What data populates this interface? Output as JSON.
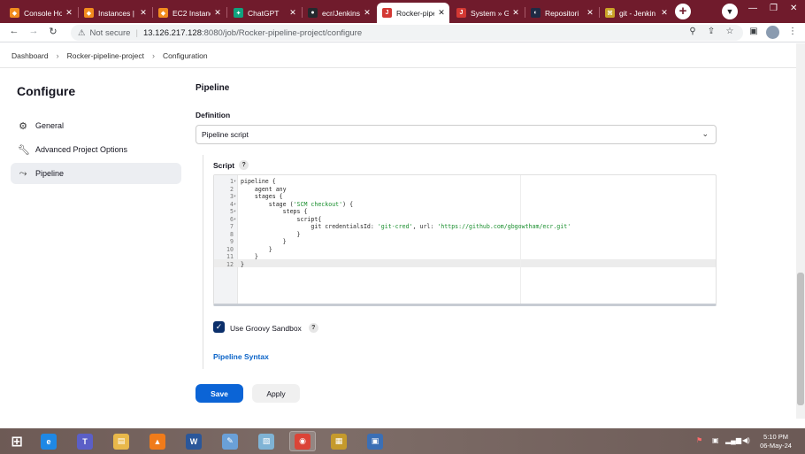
{
  "browser": {
    "tabs": [
      {
        "title": "Console Ho",
        "color": "#f28c1e",
        "glyph": "◆"
      },
      {
        "title": "Instances |",
        "color": "#f28c1e",
        "glyph": "◆"
      },
      {
        "title": "EC2 Instanc",
        "color": "#f28c1e",
        "glyph": "◆"
      },
      {
        "title": "ChatGPT",
        "color": "#10a37f",
        "glyph": "✦"
      },
      {
        "title": "ecr/Jenkins",
        "color": "#24292e",
        "glyph": "●"
      },
      {
        "title": "Rocker-pipe",
        "color": "#d33833",
        "glyph": "J"
      },
      {
        "title": "System » G",
        "color": "#d33833",
        "glyph": "J"
      },
      {
        "title": "Repositori",
        "color": "#1f2a44",
        "glyph": "◐"
      },
      {
        "title": "git - Jenkin",
        "color": "#c9a227",
        "glyph": "⌘"
      }
    ],
    "active_tab_index": 5,
    "security_label": "Not secure",
    "url_host": "13.126.217.128",
    "url_path": ":8080/job/Rocker-pipeline-project/configure"
  },
  "breadcrumb": {
    "items": [
      "Dashboard",
      "Rocker-pipeline-project",
      "Configuration"
    ]
  },
  "sidebar": {
    "title": "Configure",
    "items": [
      {
        "label": "General",
        "icon": "gear-icon"
      },
      {
        "label": "Advanced Project Options",
        "icon": "wrench-icon"
      },
      {
        "label": "Pipeline",
        "icon": "pipeline-icon"
      }
    ],
    "active_index": 2
  },
  "main": {
    "section_title": "Pipeline",
    "definition_label": "Definition",
    "definition_value": "Pipeline script",
    "script_label": "Script",
    "help_glyph": "?",
    "script_lines": [
      {
        "n": "1",
        "fold": "▾",
        "code": "pipeline {"
      },
      {
        "n": "2",
        "fold": "",
        "code": "    agent any"
      },
      {
        "n": "3",
        "fold": "▾",
        "code": "    stages {"
      },
      {
        "n": "4",
        "fold": "▾",
        "code": "        stage ('SCM checkout') {"
      },
      {
        "n": "5",
        "fold": "▾",
        "code": "            steps {"
      },
      {
        "n": "6",
        "fold": "▾",
        "code": "                script{"
      },
      {
        "n": "7",
        "fold": "",
        "code": "                    git credentialsId: 'git-cred', url: 'https://github.com/gbgowtham/ecr.git'"
      },
      {
        "n": "8",
        "fold": "",
        "code": "                }"
      },
      {
        "n": "9",
        "fold": "",
        "code": "            }"
      },
      {
        "n": "10",
        "fold": "",
        "code": "        }"
      },
      {
        "n": "11",
        "fold": "",
        "code": "    }"
      },
      {
        "n": "12",
        "fold": "",
        "code": "}"
      }
    ],
    "sandbox_label": "Use Groovy Sandbox",
    "sandbox_checked": true,
    "syntax_link": "Pipeline Syntax",
    "save_label": "Save",
    "apply_label": "Apply"
  },
  "taskbar": {
    "apps": [
      {
        "name": "start-button",
        "glyph": "⊞",
        "color": "transparent"
      },
      {
        "name": "internet-explorer-icon",
        "glyph": "e",
        "color": "#1e88e5"
      },
      {
        "name": "teams-icon",
        "glyph": "T",
        "color": "#5b5fc7"
      },
      {
        "name": "file-explorer-icon",
        "glyph": "▤",
        "color": "#e8b84a"
      },
      {
        "name": "vlc-icon",
        "glyph": "▲",
        "color": "#f07b1a"
      },
      {
        "name": "word-icon",
        "glyph": "W",
        "color": "#2b579a"
      },
      {
        "name": "paint-icon",
        "glyph": "✎",
        "color": "#6aa0d8"
      },
      {
        "name": "notepad-icon",
        "glyph": "▧",
        "color": "#7fb3d5"
      },
      {
        "name": "chrome-icon",
        "glyph": "◉",
        "color": "#db4437"
      },
      {
        "name": "remote-app-icon",
        "glyph": "▦",
        "color": "#c59a2c"
      },
      {
        "name": "network-app-icon",
        "glyph": "▣",
        "color": "#3b6fb5"
      }
    ],
    "time": "5:10 PM",
    "date": "06-May-24"
  }
}
